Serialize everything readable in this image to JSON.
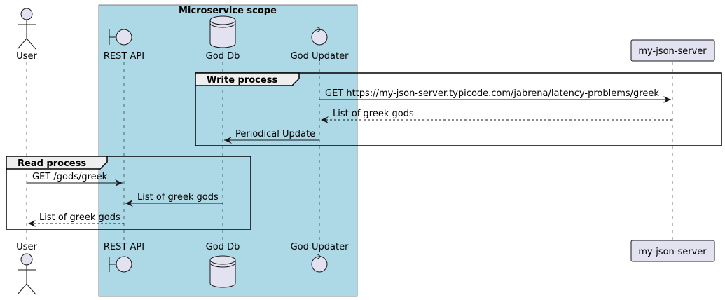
{
  "boundary_box": {
    "title": "Microservice scope",
    "fill": "#ADD8E6"
  },
  "participants": [
    {
      "id": "user",
      "label": "User",
      "kind": "actor"
    },
    {
      "id": "rest",
      "label": "REST API",
      "kind": "boundary"
    },
    {
      "id": "db",
      "label": "God Db",
      "kind": "database"
    },
    {
      "id": "updater",
      "label": "God Updater",
      "kind": "control"
    },
    {
      "id": "server",
      "label": "my-json-server",
      "kind": "participant"
    }
  ],
  "groups": [
    {
      "title": "Write process"
    },
    {
      "title": "Read process"
    }
  ],
  "messages": [
    {
      "from": "updater",
      "to": "server",
      "text": "GET https://my-json-server.typicode.com/jabrena/latency-problems/greek",
      "style": "solid"
    },
    {
      "from": "server",
      "to": "updater",
      "text": "List of greek gods",
      "style": "dashed"
    },
    {
      "from": "updater",
      "to": "db",
      "text": "Periodical Update",
      "style": "solid"
    },
    {
      "from": "user",
      "to": "rest",
      "text": "GET /gods/greek",
      "style": "solid"
    },
    {
      "from": "db",
      "to": "rest",
      "text": "List of greek gods",
      "style": "solid"
    },
    {
      "from": "rest",
      "to": "user",
      "text": "List of greek gods",
      "style": "dashed"
    }
  ],
  "colors": {
    "participant_fill": "#E2E2F0",
    "line": "#181818",
    "group_tab": "#EEEEEE"
  }
}
